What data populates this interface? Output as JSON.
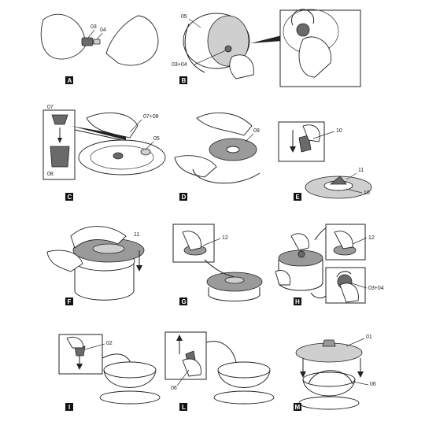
{
  "panels": [
    {
      "step": "A",
      "labels": [
        "03",
        "04"
      ]
    },
    {
      "step": "B",
      "labels": [
        "05",
        "03+04"
      ]
    },
    {
      "step": "C",
      "labels": [
        "07",
        "07+08",
        "05",
        "08"
      ]
    },
    {
      "step": "D",
      "labels": [
        "09"
      ]
    },
    {
      "step": "E",
      "labels": [
        "10",
        "11",
        "10"
      ]
    },
    {
      "step": "F",
      "labels": [
        "11"
      ]
    },
    {
      "step": "G",
      "labels": [
        "12"
      ]
    },
    {
      "step": "H",
      "labels": [
        "12",
        "03+04"
      ]
    },
    {
      "step": "I",
      "labels": [
        "02"
      ]
    },
    {
      "step": "L",
      "labels": [
        "06"
      ]
    },
    {
      "step": "M",
      "labels": [
        "01",
        "06"
      ]
    }
  ]
}
